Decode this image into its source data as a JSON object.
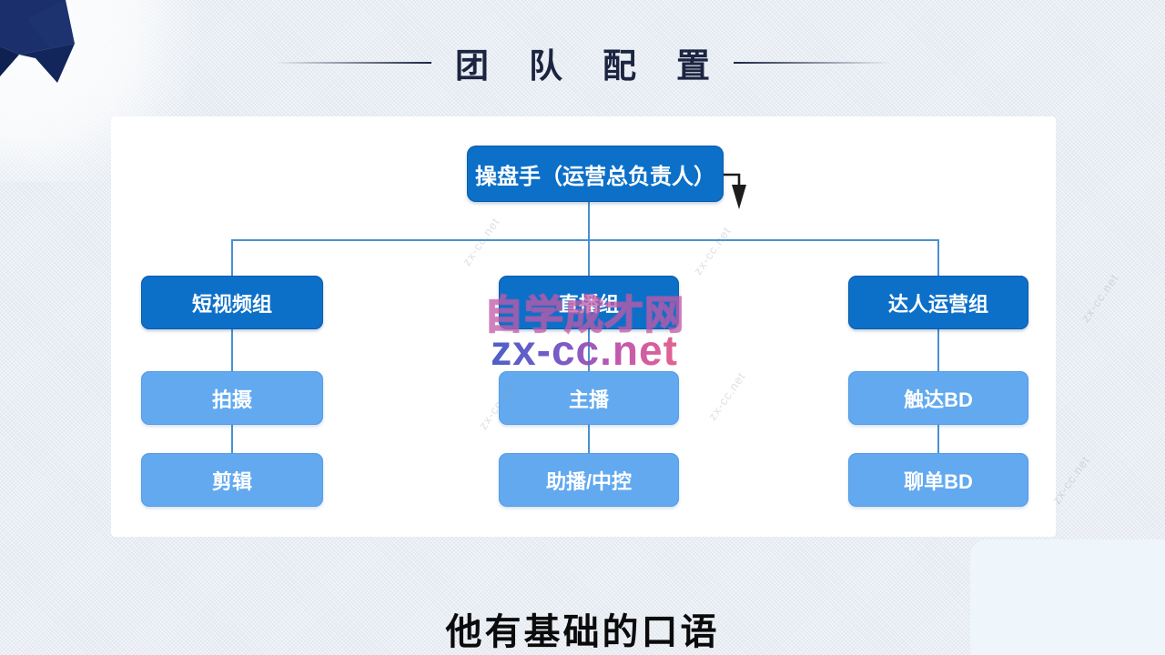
{
  "header": {
    "title": "团队配置"
  },
  "chart": {
    "root": "操盘手（运营总负责人）",
    "groups": [
      {
        "label": "短视频组",
        "children": [
          "拍摄",
          "剪辑"
        ]
      },
      {
        "label": "直播组",
        "children": [
          "主播",
          "助播/中控"
        ]
      },
      {
        "label": "达人运营组",
        "children": [
          "触达BD",
          "聊单BD"
        ]
      }
    ]
  },
  "watermark": {
    "brand": "自学成才网",
    "url": "zx-cc.net",
    "tile": "zx-cc.net"
  },
  "subtitle": {
    "text": "他有基础的口语"
  },
  "colors": {
    "background": "#e8edf3",
    "card": "#ffffff",
    "primary_box_blue": "#0c70c8",
    "secondary_box_blue": "#62a9ef",
    "connector_blue": "#4a90d2",
    "title_navy": "#1b2440",
    "ribbon_navy": "#1a2f6b",
    "watermark_pink": "#d6519e",
    "watermark_indigo": "#3d53c4"
  }
}
